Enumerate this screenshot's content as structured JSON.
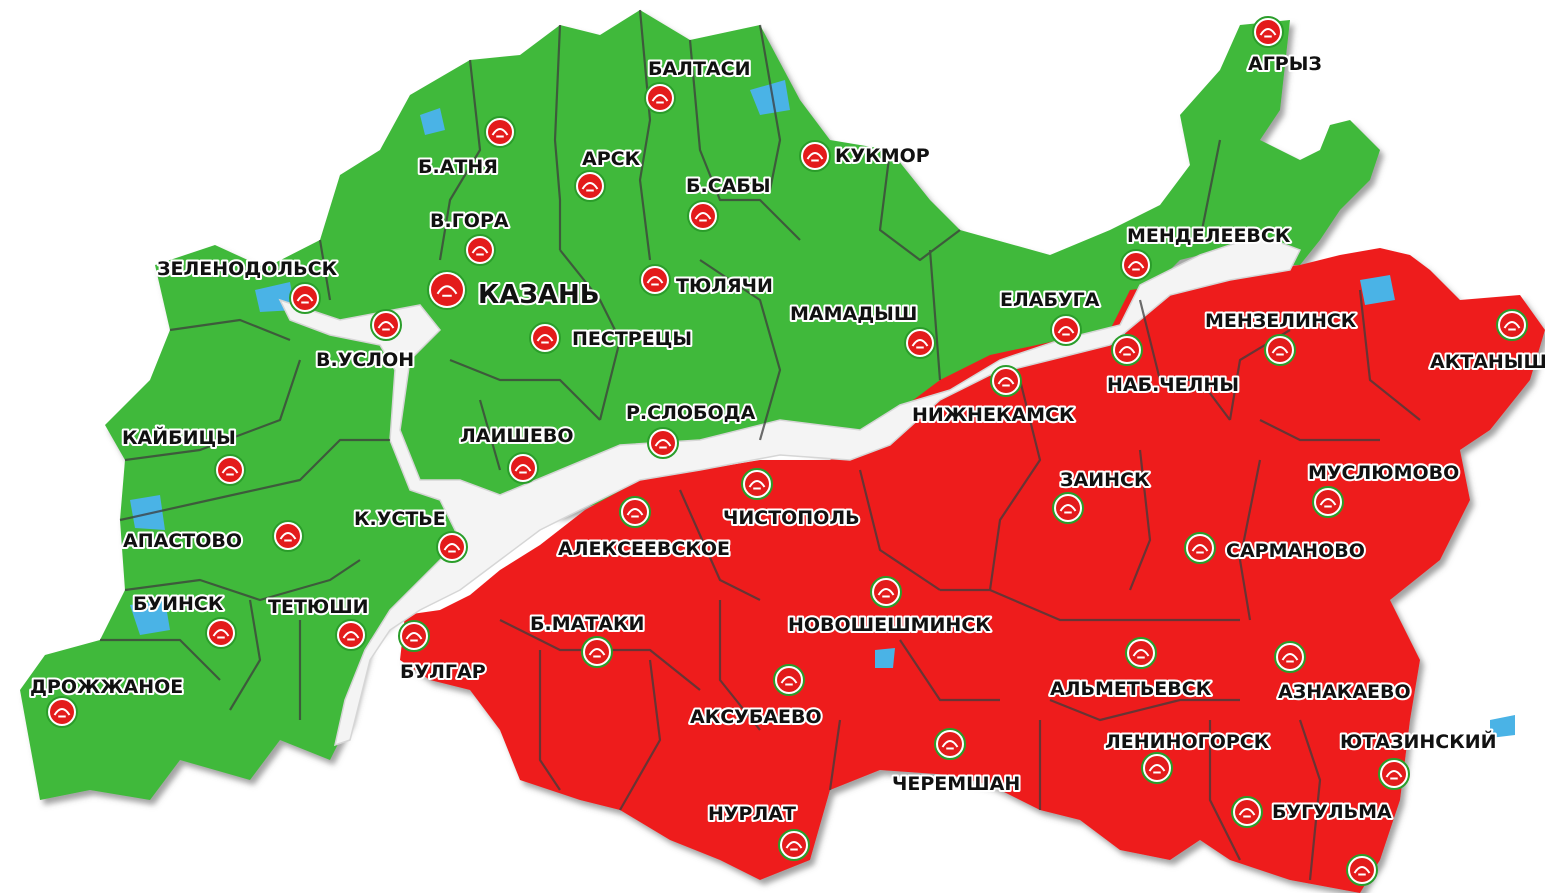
{
  "colors": {
    "green_zone": "#3fb93a",
    "red_zone": "#ee1c1c",
    "water": "#4ab3e6",
    "river": "#f4f4f4",
    "marker": "#e31b1b"
  },
  "marker_icon": "tatarstan-emblem-icon",
  "places": [
    {
      "name": "БАЛТАСИ"
    },
    {
      "name": "АГРЫЗ"
    },
    {
      "name": "Б.АТНЯ"
    },
    {
      "name": "АРСК"
    },
    {
      "name": "КУКМОР"
    },
    {
      "name": "Б.САБЫ"
    },
    {
      "name": "В.ГОРА"
    },
    {
      "name": "МЕНДЕЛЕЕВСК"
    },
    {
      "name": "ЗЕЛЕНОДОЛЬСК"
    },
    {
      "name": "КАЗАНЬ"
    },
    {
      "name": "ТЮЛЯЧИ"
    },
    {
      "name": "МАМАДЫШ"
    },
    {
      "name": "ЕЛАБУГА"
    },
    {
      "name": "МЕНЗЕЛИНСК"
    },
    {
      "name": "АКТАНЫШ"
    },
    {
      "name": "ПЕСТРЕЦЫ"
    },
    {
      "name": "В.УСЛОН"
    },
    {
      "name": "НАБ.ЧЕЛНЫ"
    },
    {
      "name": "Р.СЛОБОДА"
    },
    {
      "name": "НИЖНЕКАМСК"
    },
    {
      "name": "КАЙБИЦЫ"
    },
    {
      "name": "ЛАИШЕВО"
    },
    {
      "name": "ЗАИНСК"
    },
    {
      "name": "МУСЛЮМОВО"
    },
    {
      "name": "К.УСТЬЕ"
    },
    {
      "name": "ЧИСТОПОЛЬ"
    },
    {
      "name": "АПАСТОВО"
    },
    {
      "name": "АЛЕКСЕЕВСКОЕ"
    },
    {
      "name": "САРМАНОВО"
    },
    {
      "name": "БУИНСК"
    },
    {
      "name": "ТЕТЮШИ"
    },
    {
      "name": "Б.МАТАКИ"
    },
    {
      "name": "НОВОШЕШМИНСК"
    },
    {
      "name": "БУЛГАР"
    },
    {
      "name": "ДРОЖЖАНОЕ"
    },
    {
      "name": "АЛЬМЕТЬЕВСК"
    },
    {
      "name": "АЗНАКАЕВО"
    },
    {
      "name": "АКСУБАЕВО"
    },
    {
      "name": "ЛЕНИНОГОРСК"
    },
    {
      "name": "ЮТАЗИНСКИЙ"
    },
    {
      "name": "ЧЕРЕМШАН"
    },
    {
      "name": "БУГУЛЬМА"
    },
    {
      "name": "НУРЛАТ"
    }
  ]
}
